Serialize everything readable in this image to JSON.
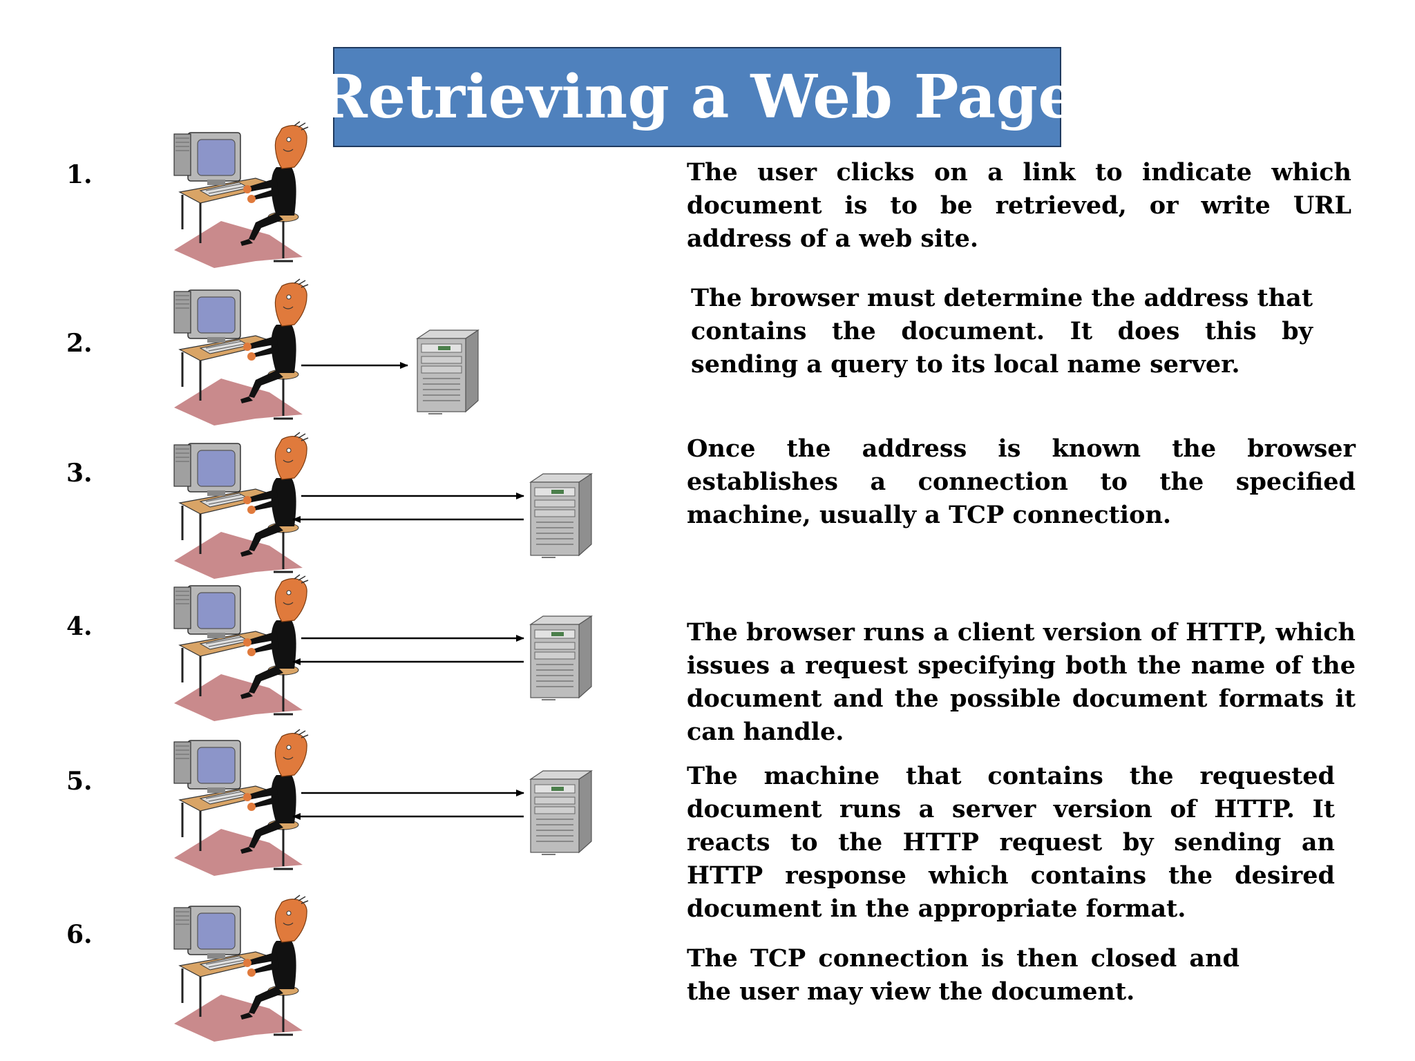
{
  "title": "Retrieving a Web Page",
  "steps": [
    {
      "number": "1.",
      "text": "The user clicks on a link to indicate which document is to be retrieved, or write URL address of a web site."
    },
    {
      "number": "2.",
      "text": "The browser must determine the address that contains the document.  It does this by sending a query to its local name server."
    },
    {
      "number": "3.",
      "text": "Once the address is known the browser establishes a connection to the specified machine, usually a TCP connection."
    },
    {
      "number": "4.",
      "text": "The browser runs a client version of HTTP, which issues a request specifying both the name of the document and the possible document formats it can handle."
    },
    {
      "number": "5.",
      "text": "The machine that contains the requested document runs a server version of HTTP.  It reacts to the HTTP request by sending an HTTP response which contains the desired document in the appropriate format."
    },
    {
      "number": "6.",
      "text": "The TCP connection is then closed and the user may view the document."
    }
  ],
  "icons": {
    "user": "person-at-computer-icon",
    "server": "server-tower-icon"
  },
  "colors": {
    "title_bg": "#4f81bd",
    "title_text": "#ffffff",
    "figure_skin": "#e07a3c",
    "figure_shadow": "#c98a8c",
    "desk": "#d9a466",
    "monitor_screen": "#8c95c9"
  }
}
